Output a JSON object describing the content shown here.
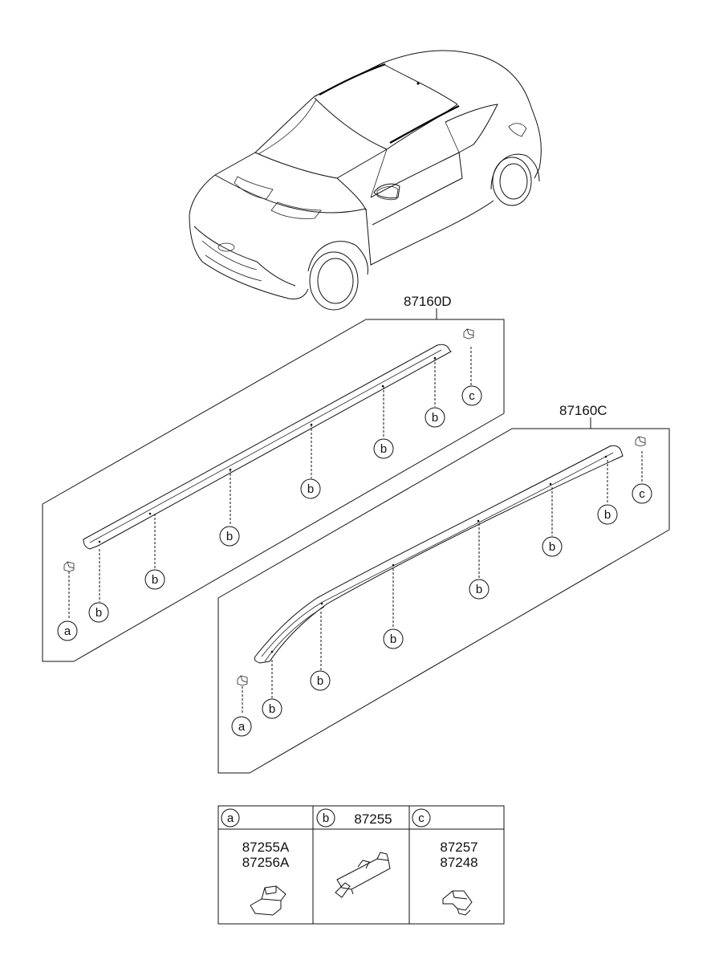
{
  "assemblies": [
    {
      "part_number": "87160D"
    },
    {
      "part_number": "87160C"
    }
  ],
  "clip_letters": {
    "a": "a",
    "b": "b",
    "c": "c"
  },
  "legend": {
    "a": {
      "letter": "a",
      "part_numbers": [
        "87255A",
        "87256A"
      ]
    },
    "b": {
      "letter": "b",
      "part_numbers": [
        "87255"
      ]
    },
    "c": {
      "letter": "c",
      "part_numbers": [
        "87257",
        "87248"
      ]
    }
  }
}
